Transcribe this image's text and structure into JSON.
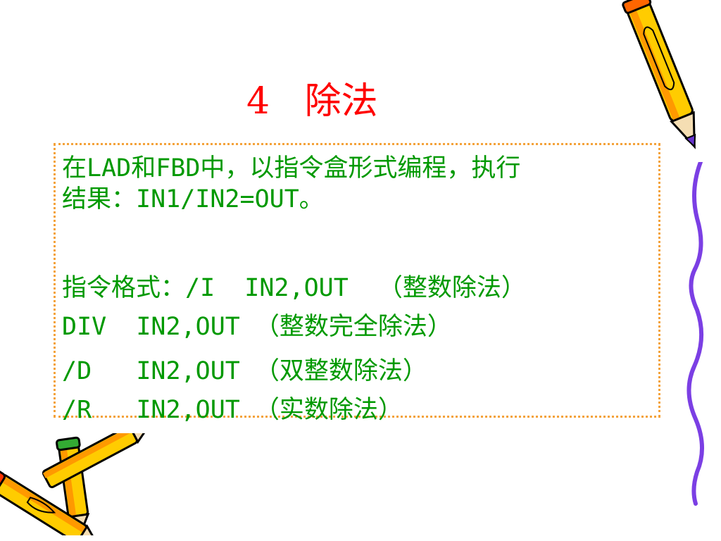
{
  "title": "4   除法",
  "lines": [
    "在LAD和FBD中，以指令盒形式编程，执行",
    "结果：IN1/IN2=OUT。",
    "指令格式：/I  IN2,OUT  （整数除法）",
    "DIV  IN2,OUT （整数完全除法）",
    "/D   IN2,OUT （双整数除法）",
    "/R   IN2,OUT （实数除法）"
  ],
  "colors": {
    "title": "#ff0000",
    "body_text": "#009900",
    "border": "#f4a23a"
  },
  "icons": [
    "pencil-icon-top-right",
    "pencil-icon-bottom-left",
    "purple-ribbon-decoration"
  ]
}
